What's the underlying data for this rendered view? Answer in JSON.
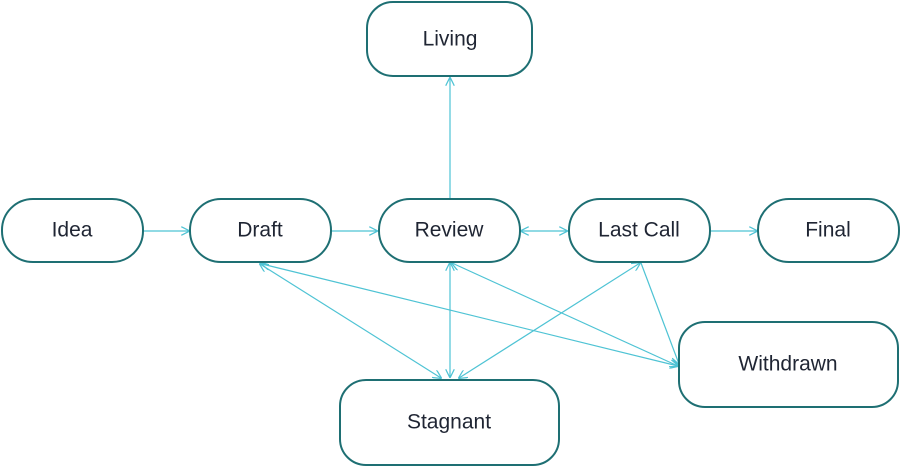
{
  "colors": {
    "node_border": "#1e6f73",
    "node_fill": "#ffffff",
    "label": "#1f2533",
    "edge": "#4ec3d4"
  },
  "nodes": {
    "living": {
      "label": "Living"
    },
    "idea": {
      "label": "Idea"
    },
    "draft": {
      "label": "Draft"
    },
    "review": {
      "label": "Review"
    },
    "last_call": {
      "label": "Last Call"
    },
    "final": {
      "label": "Final"
    },
    "withdrawn": {
      "label": "Withdrawn"
    },
    "stagnant": {
      "label": "Stagnant"
    }
  },
  "edges": [
    {
      "from": "idea",
      "to": "draft",
      "direction": "forward"
    },
    {
      "from": "draft",
      "to": "review",
      "direction": "forward"
    },
    {
      "from": "review",
      "to": "last_call",
      "direction": "both"
    },
    {
      "from": "last_call",
      "to": "final",
      "direction": "forward"
    },
    {
      "from": "review",
      "to": "living",
      "direction": "forward"
    },
    {
      "from": "draft",
      "to": "stagnant",
      "direction": "both"
    },
    {
      "from": "draft",
      "to": "withdrawn",
      "direction": "both"
    },
    {
      "from": "review",
      "to": "stagnant",
      "direction": "both"
    },
    {
      "from": "review",
      "to": "withdrawn",
      "direction": "both"
    },
    {
      "from": "last_call",
      "to": "stagnant",
      "direction": "both"
    },
    {
      "from": "last_call",
      "to": "withdrawn",
      "direction": "forward"
    }
  ]
}
